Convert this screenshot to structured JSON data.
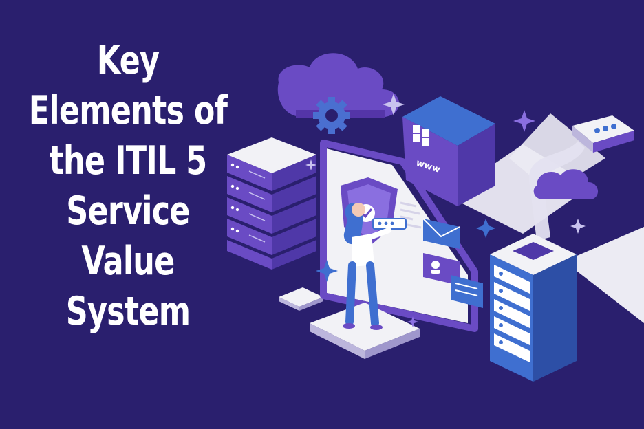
{
  "heading": {
    "lines": [
      "Key",
      "Elements of",
      "the ITIL 5",
      "Service",
      "Value",
      "System"
    ]
  },
  "illustration": {
    "house_sign": "www",
    "icons": [
      "cloud-icon",
      "gear-icon",
      "house-icon",
      "shield-icon",
      "mail-icon",
      "user-card-icon",
      "server-rack-icon",
      "printer-icon",
      "sparkle-icon"
    ]
  },
  "colors": {
    "background": "#2a1f6e",
    "title_text": "#ffffff",
    "accent_purple": "#6a4bc4",
    "accent_blue": "#3f6fd0",
    "surface_white": "#f2f2f6"
  }
}
